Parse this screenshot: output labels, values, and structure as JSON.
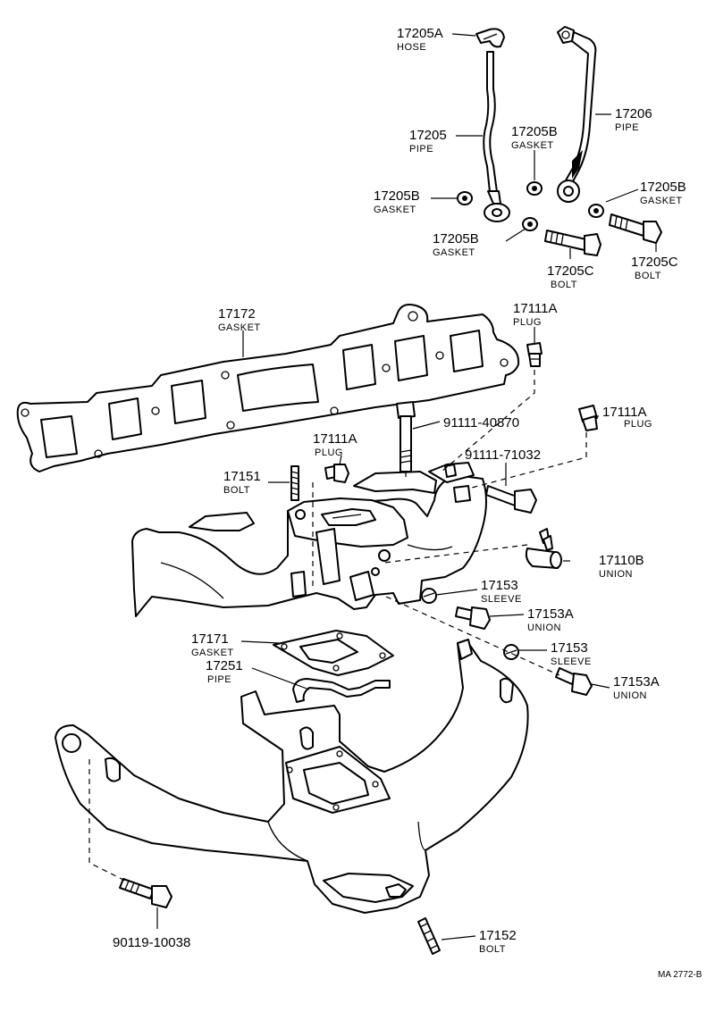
{
  "parts": {
    "hose_17205a": {
      "num": "17205A",
      "name": "HOSE"
    },
    "pipe_17205": {
      "num": "17205",
      "name": "PIPE"
    },
    "gasket_17205b_a": {
      "num": "17205B",
      "name": "GASKET"
    },
    "gasket_17205b_b": {
      "num": "17205B",
      "name": "GASKET"
    },
    "gasket_17205b_c": {
      "num": "17205B",
      "name": "GASKET"
    },
    "gasket_17205b_d": {
      "num": "17205B",
      "name": "GASKET"
    },
    "pipe_17206": {
      "num": "17206",
      "name": "PIPE"
    },
    "bolt_17205c_a": {
      "num": "17205C",
      "name": "BOLT"
    },
    "bolt_17205c_b": {
      "num": "17205C",
      "name": "BOLT"
    },
    "gasket_17172": {
      "num": "17172",
      "name": "GASKET"
    },
    "plug_17111a_a": {
      "num": "17111A",
      "name": "PLUG"
    },
    "plug_17111a_b": {
      "num": "17111A",
      "name": "PLUG"
    },
    "plug_17111a_c": {
      "num": "17111A",
      "name": "PLUG"
    },
    "bolt_91111_40870": {
      "num": "91111-40870"
    },
    "bolt_91111_71032": {
      "num": "91111-71032"
    },
    "bolt_17151": {
      "num": "17151",
      "name": "BOLT"
    },
    "union_17110b": {
      "num": "17110B",
      "name": "UNION"
    },
    "sleeve_17153_a": {
      "num": "17153",
      "name": "SLEEVE"
    },
    "union_17153a_a": {
      "num": "17153A",
      "name": "UNION"
    },
    "gasket_17171": {
      "num": "17171",
      "name": "GASKET"
    },
    "pipe_17251": {
      "num": "17251",
      "name": "PIPE"
    },
    "sleeve_17153_b": {
      "num": "17153",
      "name": "SLEEVE"
    },
    "union_17153a_b": {
      "num": "17153A",
      "name": "UNION"
    },
    "bolt_90119_10038": {
      "num": "90119-10038"
    },
    "bolt_17152": {
      "num": "17152",
      "name": "BOLT"
    }
  },
  "drawing_ref": "MA 2772-B"
}
